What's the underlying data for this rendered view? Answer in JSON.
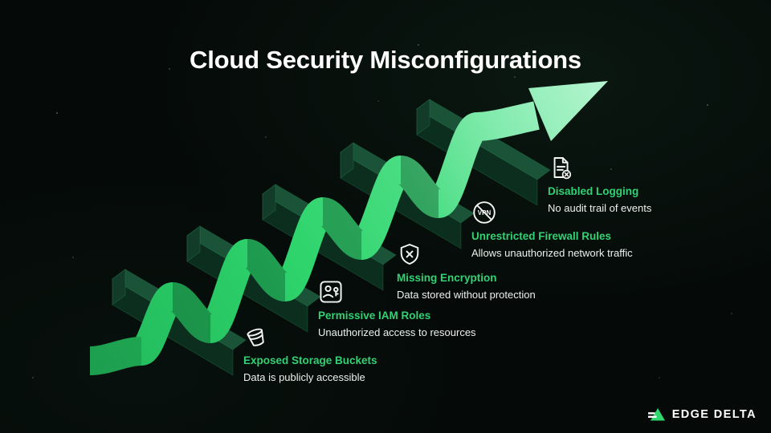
{
  "title": "Cloud Security Misconfigurations",
  "items": [
    {
      "label": "Exposed Storage Buckets",
      "description": "Data is publicly accessible",
      "icon": "bucket-icon"
    },
    {
      "label": "Permissive IAM Roles",
      "description": "Unauthorized access to resources",
      "icon": "iam-user-key-icon"
    },
    {
      "label": "Missing Encryption",
      "description": "Data stored without protection",
      "icon": "shield-x-icon"
    },
    {
      "label": "Unrestricted Firewall Rules",
      "description": "Allows unauthorized network traffic",
      "icon": "crossed-vpn-icon"
    },
    {
      "label": "Disabled Logging",
      "description": "No audit trail of events",
      "icon": "document-x-icon"
    }
  ],
  "vpn_icon_text": "VPN",
  "logo": {
    "text": "EDGE DELTA"
  },
  "colors": {
    "background": "#050a08",
    "title": "#ffffff",
    "label_green": "#32d173",
    "description_text": "#edf1ee",
    "ribbon_start": "#22b95c",
    "ribbon_bright": "#2ed46c",
    "ribbon_end": "#b6f5d1",
    "bar_front": "#0b2e1e",
    "bar_top": "#1a5338",
    "bar_side": "#123c29",
    "logo_green": "#2fd96e"
  }
}
